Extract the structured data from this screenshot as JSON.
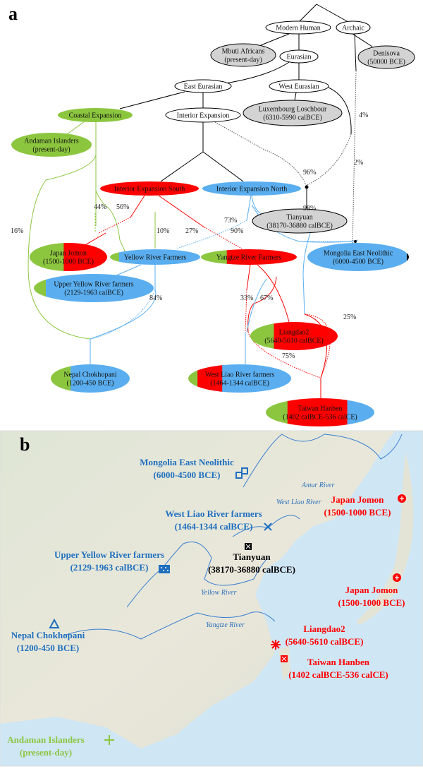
{
  "panel_a": {
    "label": "a",
    "nodes": [
      {
        "id": "modern",
        "lines": [
          "Modern Human"
        ],
        "fills": [
          "#ffffff"
        ]
      },
      {
        "id": "archaic",
        "lines": [
          "Archaic"
        ],
        "fills": [
          "#ffffff"
        ]
      },
      {
        "id": "mbuti",
        "lines": [
          "Mbuti Africans",
          "(present-day)"
        ],
        "fills": [
          "#d3d3d3"
        ]
      },
      {
        "id": "eurasian",
        "lines": [
          "Eurasian"
        ],
        "fills": [
          "#ffffff"
        ]
      },
      {
        "id": "denisova",
        "lines": [
          "Denisova",
          "(50000 BCE)"
        ],
        "fills": [
          "#d3d3d3"
        ]
      },
      {
        "id": "east",
        "lines": [
          "East Eurasian"
        ],
        "fills": [
          "#ffffff"
        ]
      },
      {
        "id": "west",
        "lines": [
          "West Eurasian"
        ],
        "fills": [
          "#ffffff"
        ]
      },
      {
        "id": "lux",
        "lines": [
          "Luxembourg Loschbour",
          "(6310-5990 calBCE)"
        ],
        "fills": [
          "#d3d3d3"
        ]
      },
      {
        "id": "coastal",
        "lines": [
          "Coastal Expansion"
        ],
        "fills": [
          "#8cc63f"
        ]
      },
      {
        "id": "interior",
        "lines": [
          "Interior Expansion"
        ],
        "fills": [
          "#ffffff"
        ]
      },
      {
        "id": "andaman",
        "lines": [
          "Andaman Islanders",
          "(present-day)"
        ],
        "fills": [
          "#8cc63f"
        ]
      },
      {
        "id": "ies",
        "lines": [
          "Interior Expansion South"
        ],
        "fills": [
          "#ff0000"
        ]
      },
      {
        "id": "ien",
        "lines": [
          "Interior Expansion North"
        ],
        "fills": [
          "#5aaeef"
        ]
      },
      {
        "id": "tianyuan",
        "lines": [
          "Tianyuan",
          "(38170-36880 calBCE)"
        ],
        "fills": [
          "#d3d3d3"
        ]
      },
      {
        "id": "jomon",
        "lines": [
          "Japan Jomon",
          "(1500-1000 BCE)"
        ],
        "fills": [
          "#8cc63f",
          "#ff0000"
        ],
        "fractions": [
          0.44,
          0.56
        ]
      },
      {
        "id": "yellow",
        "lines": [
          "Yellow River Farmers"
        ],
        "fills": [
          "#8cc63f",
          "#5aaeef"
        ],
        "fractions": [
          0.1,
          0.9
        ]
      },
      {
        "id": "yangtze",
        "lines": [
          "Yangtze River Farmers"
        ],
        "fills": [
          "#8cc63f",
          "#ff0000"
        ],
        "fractions": [
          0.27,
          0.73
        ]
      },
      {
        "id": "mongolia",
        "lines": [
          "Mongolia East Neolithic",
          "(6000-4500 BCE)"
        ],
        "fills": [
          "#5aaeef",
          "#000000"
        ],
        "fractions": [
          0.98,
          0.02
        ]
      },
      {
        "id": "upperyellow",
        "lines": [
          "Upper Yellow River farmers",
          "(2129-1963 calBCE)"
        ],
        "fills": [
          "#8cc63f",
          "#5aaeef"
        ],
        "fractions": [
          0.1,
          0.9
        ]
      },
      {
        "id": "liangdao",
        "lines": [
          "Liangdao2",
          "(5640-5610 calBCE)"
        ],
        "fills": [
          "#8cc63f",
          "#ff0000"
        ],
        "fractions": [
          0.27,
          0.73
        ]
      },
      {
        "id": "nepal",
        "lines": [
          "Nepal Chokhopani",
          "(1200-450 BCE)"
        ],
        "fills": [
          "#8cc63f",
          "#5aaeef"
        ],
        "fractions": [
          0.25,
          0.75
        ]
      },
      {
        "id": "westliao",
        "lines": [
          "West Liao River farmers",
          "(1464-1344 calBCE)"
        ],
        "fills": [
          "#8cc63f",
          "#ff0000",
          "#5aaeef"
        ],
        "fractions": [
          0.09,
          0.24,
          0.67
        ]
      },
      {
        "id": "hanben",
        "lines": [
          "Taiwan Hanben",
          "(1402 calBCE-536 calCE)"
        ],
        "fills": [
          "#8cc63f",
          "#ff0000",
          "#5aaeef"
        ],
        "fractions": [
          0.2,
          0.55,
          0.25
        ]
      }
    ],
    "percentages": [
      "4%",
      "96%",
      "2%",
      "44%",
      "56%",
      "16%",
      "10%",
      "27%",
      "73%",
      "90%",
      "98%",
      "84%",
      "33%",
      "67%",
      "25%",
      "75%"
    ]
  },
  "panel_b": {
    "label": "b",
    "sites": [
      {
        "id": "mongolia",
        "lines": [
          "Mongolia East Neolithic",
          "(6000-4500 BCE)"
        ],
        "color": "#1f6fbf",
        "marker": "double-square"
      },
      {
        "id": "westliao",
        "lines": [
          "West Liao River farmers",
          "(1464-1344 calBCE)"
        ],
        "color": "#1f6fbf",
        "marker": "cross-x"
      },
      {
        "id": "upperyellow",
        "lines": [
          "Upper Yellow River farmers",
          "(2129-1963 calBCE)"
        ],
        "color": "#1f6fbf",
        "marker": "dotted-square"
      },
      {
        "id": "tianyuan",
        "lines": [
          "Tianyuan",
          "(38170-36880 calBCE)"
        ],
        "color": "#000000",
        "marker": "checker-square"
      },
      {
        "id": "jomon1",
        "lines": [
          "Japan Jomon",
          "(1500-1000 BCE)"
        ],
        "color": "#ff0000",
        "marker": "circle-cross"
      },
      {
        "id": "jomon2",
        "lines": [
          "Japan Jomon",
          "(1500-1000 BCE)"
        ],
        "color": "#ff0000",
        "marker": "circle-cross"
      },
      {
        "id": "liangdao",
        "lines": [
          "Liangdao2",
          "(5640-5610 calBCE)"
        ],
        "color": "#ff0000",
        "marker": "asterisk"
      },
      {
        "id": "hanben",
        "lines": [
          "Taiwan Hanben",
          "(1402 calBCE-536 calCE)"
        ],
        "color": "#ff0000",
        "marker": "x-square"
      },
      {
        "id": "nepal",
        "lines": [
          "Nepal Chokhopani",
          "(1200-450 BCE)"
        ],
        "color": "#1f6fbf",
        "marker": "triangle"
      },
      {
        "id": "andaman",
        "lines": [
          "Andaman Islanders",
          "(present-day)"
        ],
        "color": "#8cc63f",
        "marker": "plus"
      }
    ],
    "rivers": [
      "Amur River",
      "West Liao River",
      "Yellow River",
      "Yangtze River"
    ]
  }
}
